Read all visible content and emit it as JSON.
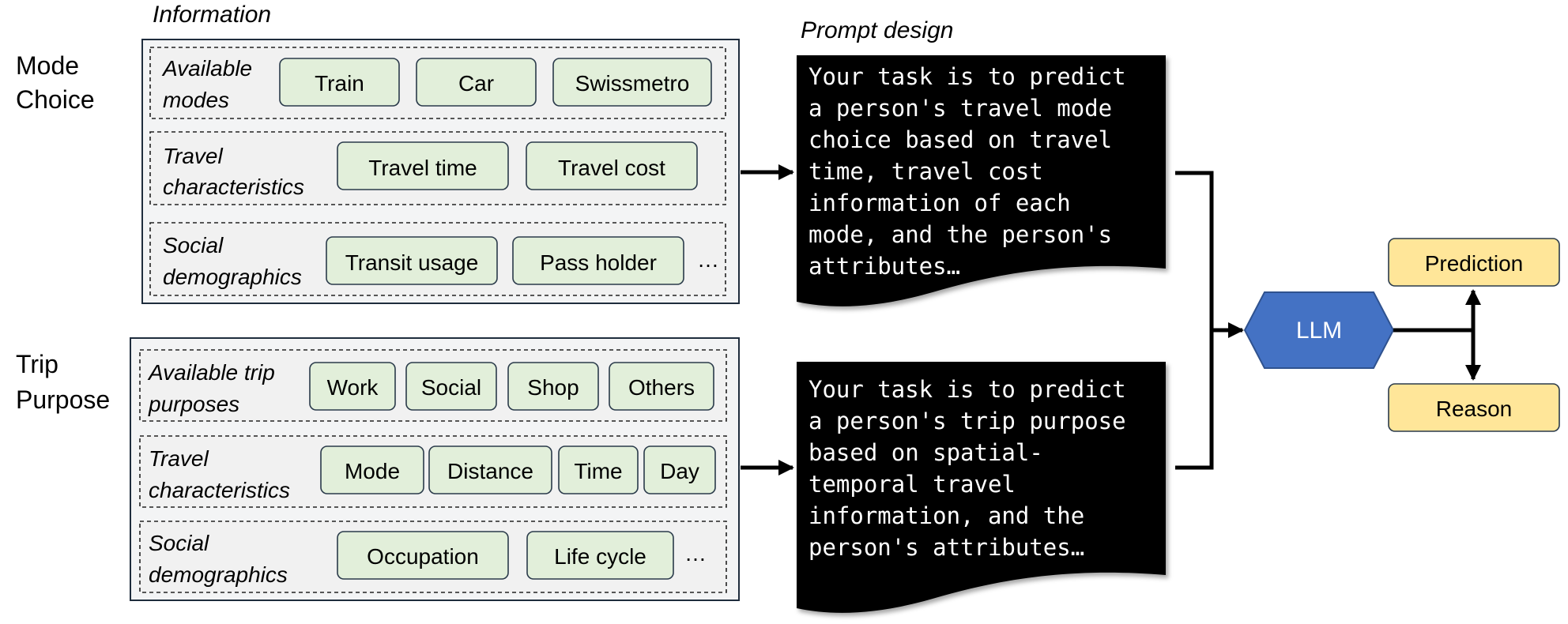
{
  "labels": {
    "information": "Information",
    "prompt_design": "Prompt design"
  },
  "mode_choice": {
    "title_line1": "Mode",
    "title_line2": "Choice",
    "groups": [
      {
        "label_line1": "Available",
        "label_line2": "modes",
        "chips": [
          "Train",
          "Car",
          "Swissmetro"
        ],
        "ellipsis": ""
      },
      {
        "label_line1": "Travel",
        "label_line2": "characteristics",
        "chips": [
          "Travel time",
          "Travel cost"
        ],
        "ellipsis": ""
      },
      {
        "label_line1": "Social",
        "label_line2": "demographics",
        "chips": [
          "Transit usage",
          "Pass holder"
        ],
        "ellipsis": "…"
      }
    ],
    "prompt_lines": [
      "Your task is to predict",
      "a person's travel mode",
      "choice based on travel",
      "time, travel cost",
      "information of each",
      "mode, and the person's",
      "attributes…"
    ]
  },
  "trip_purpose": {
    "title_line1": "Trip",
    "title_line2": "Purpose",
    "groups": [
      {
        "label_line1": "Available trip",
        "label_line2": "purposes",
        "chips": [
          "Work",
          "Social",
          "Shop",
          "Others"
        ],
        "ellipsis": ""
      },
      {
        "label_line1": "Travel",
        "label_line2": "characteristics",
        "chips": [
          "Mode",
          "Distance",
          "Time",
          "Day"
        ],
        "ellipsis": ""
      },
      {
        "label_line1": "Social",
        "label_line2": "demographics",
        "chips": [
          "Occupation",
          "Life cycle"
        ],
        "ellipsis": "…"
      }
    ],
    "prompt_lines": [
      "Your task is to predict",
      "a person's trip purpose",
      "based on spatial-",
      "temporal travel",
      "information, and the",
      "person's attributes…"
    ]
  },
  "llm": {
    "label": "LLM"
  },
  "outputs": {
    "prediction": "Prediction",
    "reason": "Reason"
  },
  "colors": {
    "chip_fill": "#e2efda",
    "llm_fill": "#4472c4",
    "llm_stroke": "#2f528f",
    "output_fill": "#ffe699",
    "output_stroke": "#2a3a4a"
  }
}
